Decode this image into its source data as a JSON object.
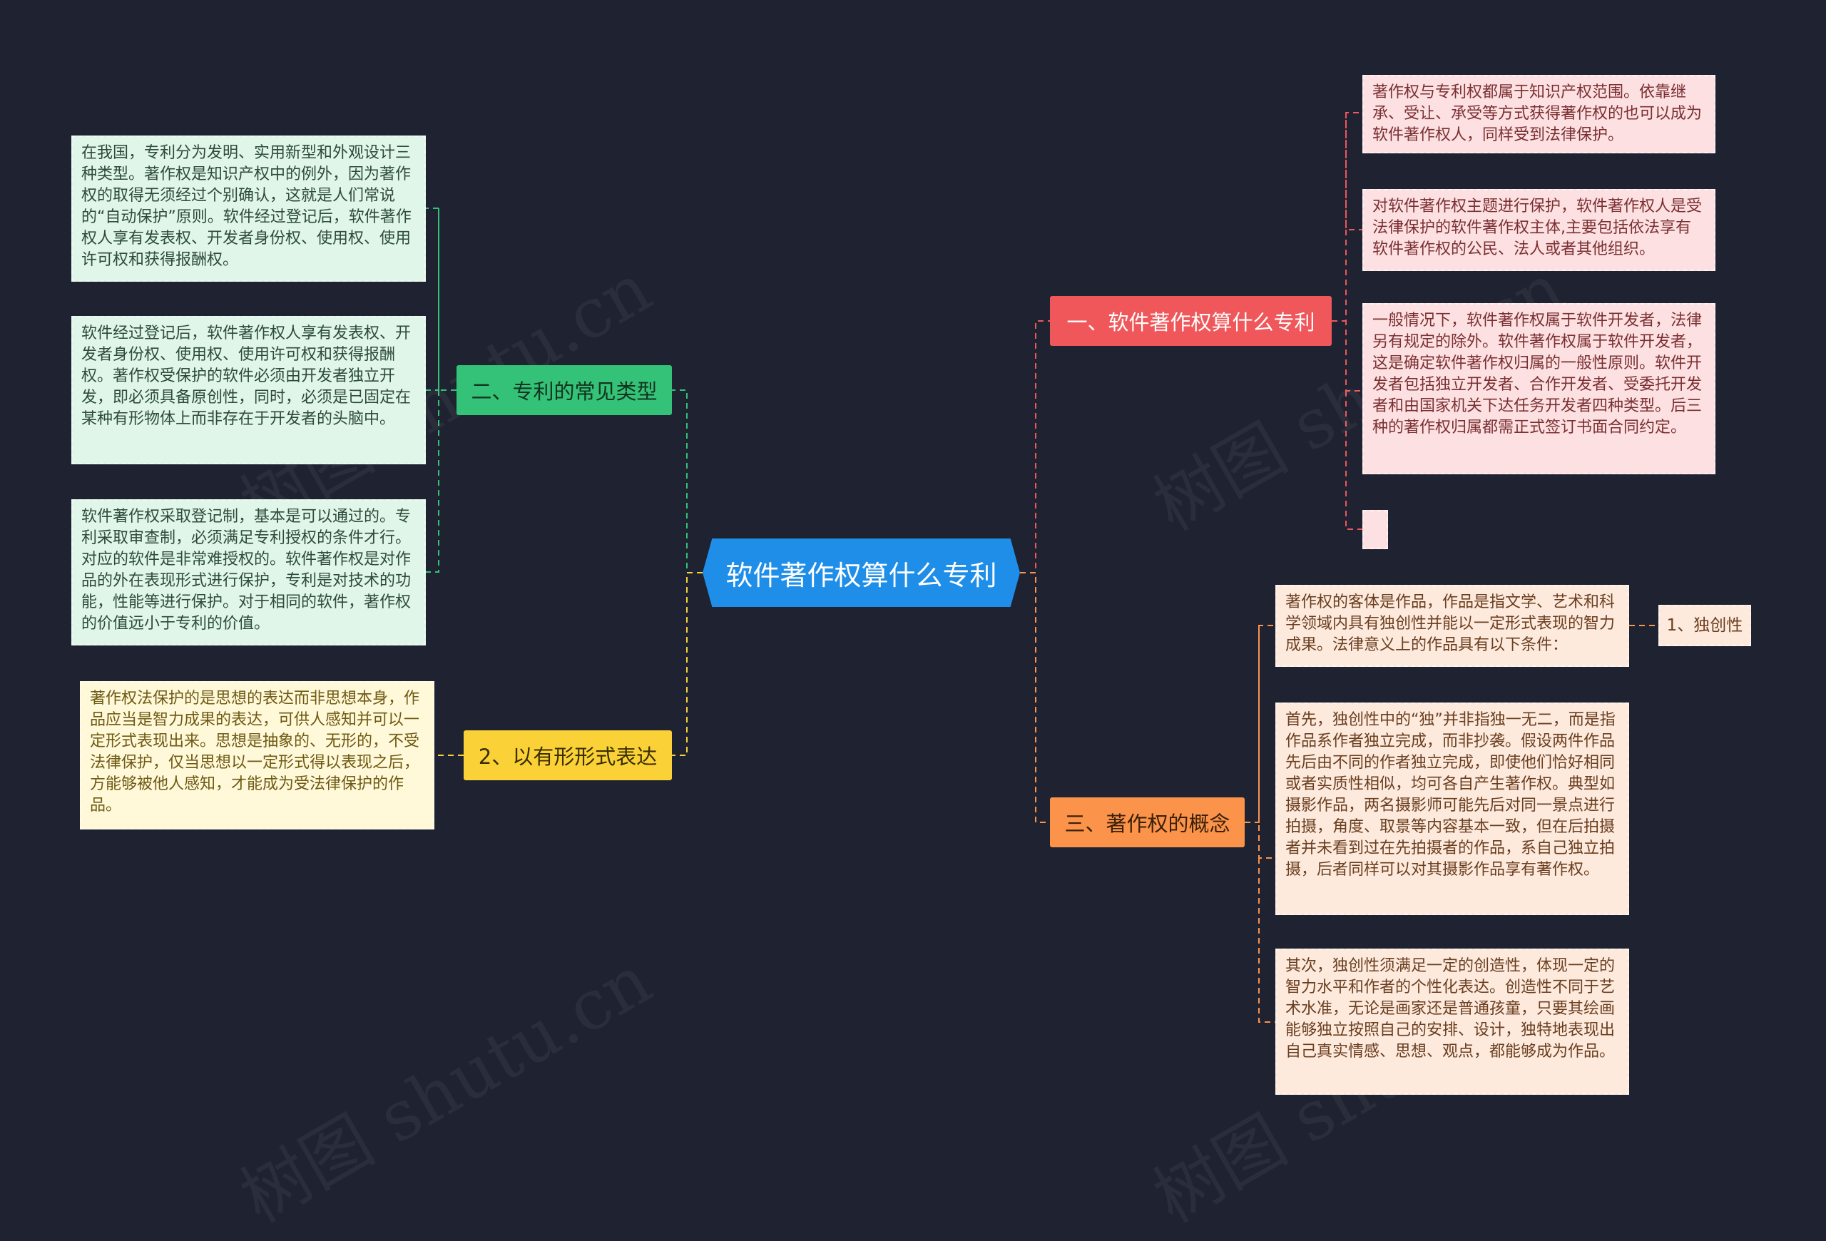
{
  "root": {
    "label": "软件著作权算什么专利"
  },
  "branches": {
    "b1": {
      "label": "一、软件著作权算什么专利"
    },
    "b2": {
      "label": "二、专利的常见类型"
    },
    "b3": {
      "label": "2、以有形形式表达"
    },
    "b4": {
      "label": "三、著作权的概念"
    }
  },
  "leaves": {
    "b1_1": "著作权与专利权都属于知识产权范围。依靠继承、受让、承受等方式获得著作权的也可以成为软件著作权人，同样受到法律保护。",
    "b1_2": "对软件著作权主题进行保护，软件著作权人是受法律保护的软件著作权主体,主要包括依法享有软件著作权的公民、法人或者其他组织。",
    "b1_3": "一般情况下，软件著作权属于软件开发者，法律另有规定的除外。软件著作权属于软件开发者，这是确定软件著作权归属的一般性原则。软件开发者包括独立开发者、合作开发者、受委托开发者和由国家机关下达任务开发者四种类型。后三种的著作权归属都需正式签订书面合同约定。",
    "b1_4": "",
    "b2_1": "在我国，专利分为发明、实用新型和外观设计三种类型。著作权是知识产权中的例外，因为著作权的取得无须经过个别确认，这就是人们常说的“自动保护”原则。软件经过登记后，软件著作权人享有发表权、开发者身份权、使用权、使用许可权和获得报酬权。",
    "b2_2": "软件经过登记后，软件著作权人享有发表权、开发者身份权、使用权、使用许可权和获得报酬权。著作权受保护的软件必须由开发者独立开发，即必须具备原创性，同时，必须是已固定在某种有形物体上而非存在于开发者的头脑中。",
    "b2_3": "软件著作权采取登记制，基本是可以通过的。专利采取审查制，必须满足专利授权的条件才行。对应的软件是非常难授权的。软件著作权是对作品的外在表现形式进行保护，专利是对技术的功能，性能等进行保护。对于相同的软件，著作权的价值远小于专利的价值。",
    "b3_1": "著作权法保护的是思想的表达而非思想本身，作品应当是智力成果的表达，可供人感知并可以一定形式表现出来。思想是抽象的、无形的，不受法律保护，仅当思想以一定形式得以表现之后，方能够被他人感知，才能成为受法律保护的作品。",
    "b4_1": "著作权的客体是作品，作品是指文学、艺术和科学领域内具有独创性并能以一定形式表现的智力成果。法律意义上的作品具有以下条件：",
    "b4_1a": "1、独创性",
    "b4_2": "首先，独创性中的“独”并非指独一无二，而是指作品系作者独立完成，而非抄袭。假设两件作品先后由不同的作者独立完成，即使他们恰好相同或者实质性相似，均可各自产生著作权。典型如摄影作品，两名摄影师可能先后对同一景点进行拍摄，角度、取景等内容基本一致，但在后拍摄者并未看到过在先拍摄者的作品，系自己独立拍摄，后者同样可以对其摄影作品享有著作权。",
    "b4_3": "其次，独创性须满足一定的创造性，体现一定的智力水平和作者的个性化表达。创造性不同于艺术水准，无论是画家还是普通孩童，只要其绘画能够独立按照自己的安排、设计，独特地表现出自己真实情感、思想、观点，都能够成为作品。"
  },
  "watermark": "树图 shutu.cn",
  "colors": {
    "background": "#1f2230",
    "root": "#1f8ee8",
    "branch1": "#f0575a",
    "branch2": "#33c277",
    "branch3": "#fad238",
    "branch4": "#fb934a"
  }
}
